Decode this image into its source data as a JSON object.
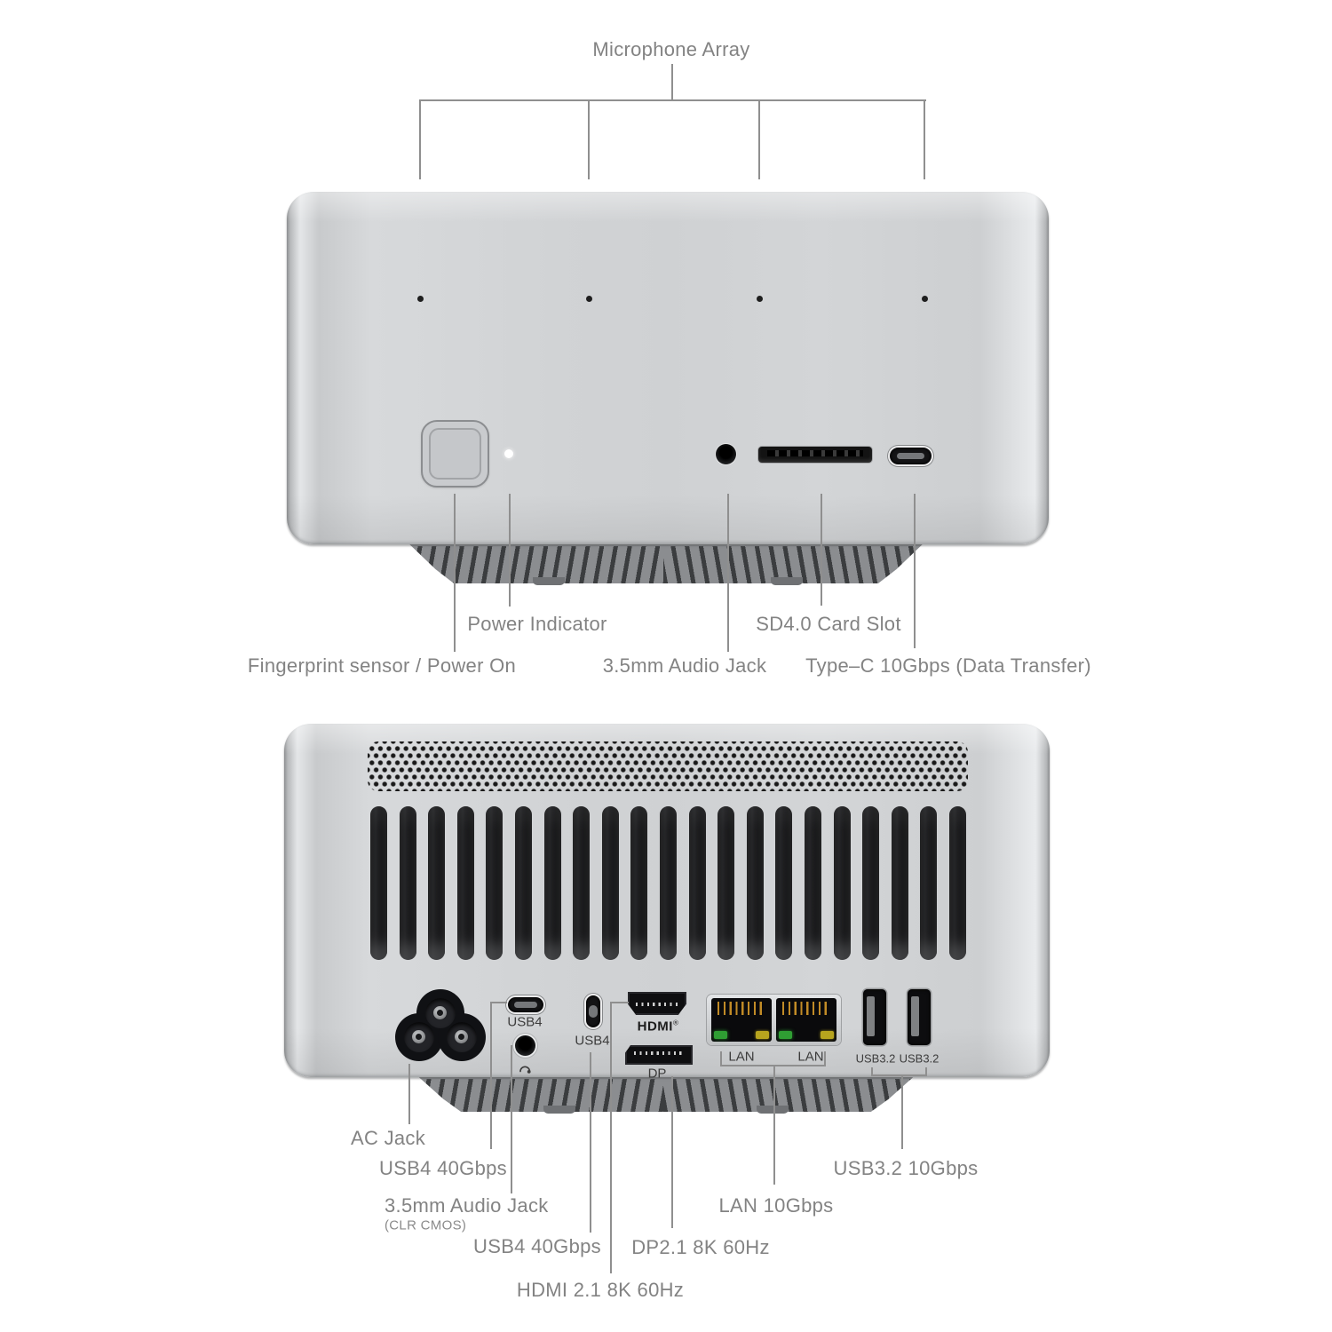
{
  "title": "Microphone Array",
  "front": {
    "callouts": {
      "power_indicator": "Power Indicator",
      "sd_card_slot": "SD4.0 Card Slot",
      "fingerprint": "Fingerprint sensor / Power On",
      "audio_jack": "3.5mm Audio Jack",
      "type_c": "Type–C 10Gbps (Data Transfer)"
    }
  },
  "back": {
    "port_labels": {
      "usb4_a": "USB4",
      "usb4_b": "USB4",
      "hdmi": "HDMI",
      "hdmi_reg": "®",
      "dp": "DP",
      "lan_a": "LAN",
      "lan_b": "LAN",
      "usb32_a": "USB3.2",
      "usb32_b": "USB3.2"
    },
    "callouts": {
      "ac_jack": "AC Jack",
      "usb4_40_a": "USB4 40Gbps",
      "audio_jack": "3.5mm Audio Jack",
      "audio_jack_note": "(CLR CMOS)",
      "usb4_40_b": "USB4 40Gbps",
      "hdmi": "HDMI 2.1 8K 60Hz",
      "dp": "DP2.1 8K 60Hz",
      "lan": "LAN 10Gbps",
      "usb32": "USB3.2 10Gbps"
    }
  },
  "colors": {
    "label_text": "#838383",
    "port_label_text": "#3c3c3c",
    "callout_line": "#8f8f8f",
    "chassis_silver": "#d1d3d5",
    "vent_black": "#141414",
    "led_green": "#2f9e33",
    "led_yellow": "#b7a41e",
    "lan_pins_gold": "#cb9228"
  },
  "layout": {
    "vent_slat_count": 21
  }
}
